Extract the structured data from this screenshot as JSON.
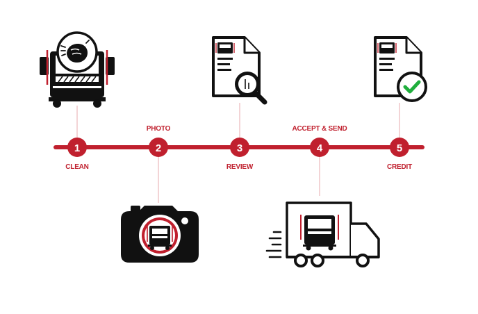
{
  "colors": {
    "accent": "#c0202e",
    "ink": "#111111",
    "connector": "#e7a9ae",
    "white": "#ffffff",
    "check": "#1fae3c"
  },
  "steps": [
    {
      "number": "1",
      "label": "CLEAN",
      "icon": "cleaning-truck-icon"
    },
    {
      "number": "2",
      "label": "PHOTO",
      "icon": "camera-icon"
    },
    {
      "number": "3",
      "label": "REVIEW",
      "icon": "document-magnifier-icon"
    },
    {
      "number": "4",
      "label": "ACCEPT & SEND",
      "icon": "delivery-truck-icon"
    },
    {
      "number": "5",
      "label": "CREDIT",
      "icon": "document-check-icon"
    }
  ]
}
